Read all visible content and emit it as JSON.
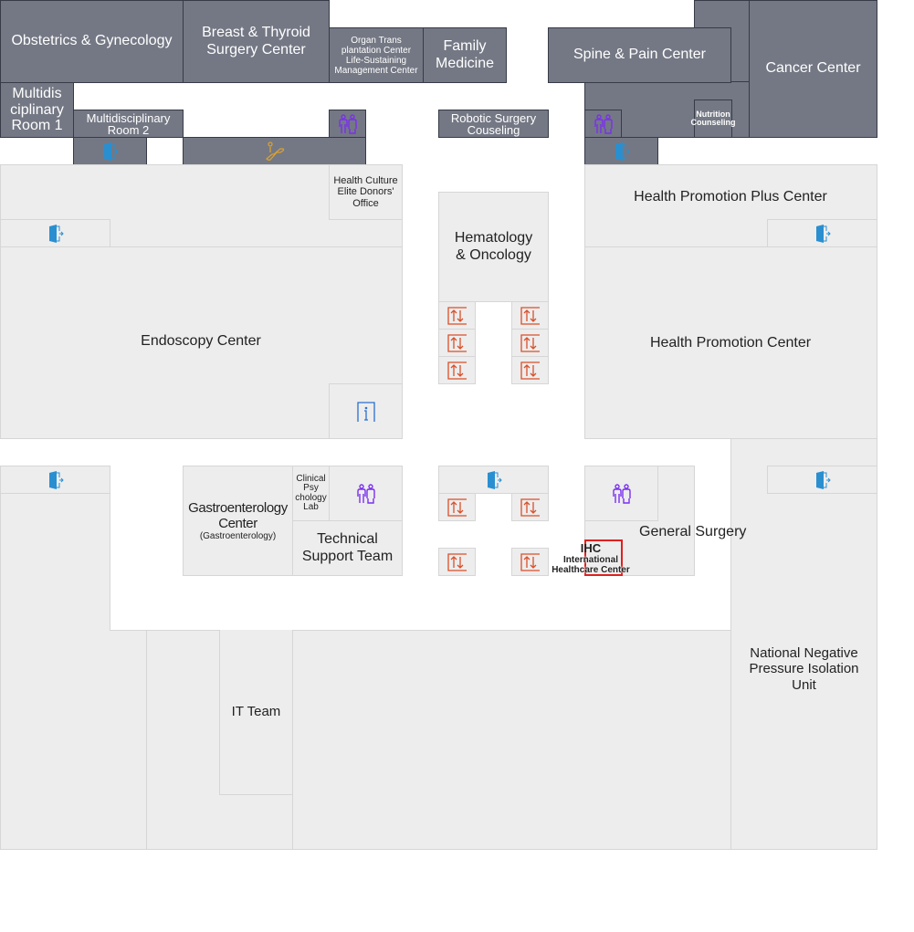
{
  "map": {
    "rooms": {
      "obgyn": "Obstetrics & Gynecology",
      "breast": "Breast & Thyroid Surgery Center",
      "organ": "Organ Trans plantation Center Life-Sustaining Management Center",
      "family": "Family Medicine",
      "spine": "Spine & Pain Center",
      "cancer": "Cancer Center",
      "multi1": "Multidis ciplinary Room 1",
      "multi2": "Multidisciplinary Room 2",
      "robotic": "Robotic Surgery Couseling",
      "nutrition": "Nutrition Counseling",
      "health_culture": "Health Culture Elite Donors' Office",
      "hpp": "Health Promotion Plus Center",
      "hematology": "Hematology & Oncology",
      "endoscopy": "Endoscopy Center",
      "hp": "Health Promotion Center",
      "gastro": "Gastroenterology Center",
      "gastro_sub": "(Gastroenterology)",
      "clinical": "Clinical Psy chology Lab",
      "technical": "Technical Support Team",
      "general": "General Surgery",
      "ihc": "IHC",
      "ihc_full": "International Healthcare Center",
      "national": "National Negative Pressure Isolation Unit",
      "it": "IT Team"
    }
  },
  "colors": {
    "exit": "#2a8fd0",
    "restroom": "#7b2ff0",
    "elevator": "#d9502a",
    "escalator": "#d9a030",
    "info": "#2a6fd0",
    "ihc_border": "#e02020"
  }
}
